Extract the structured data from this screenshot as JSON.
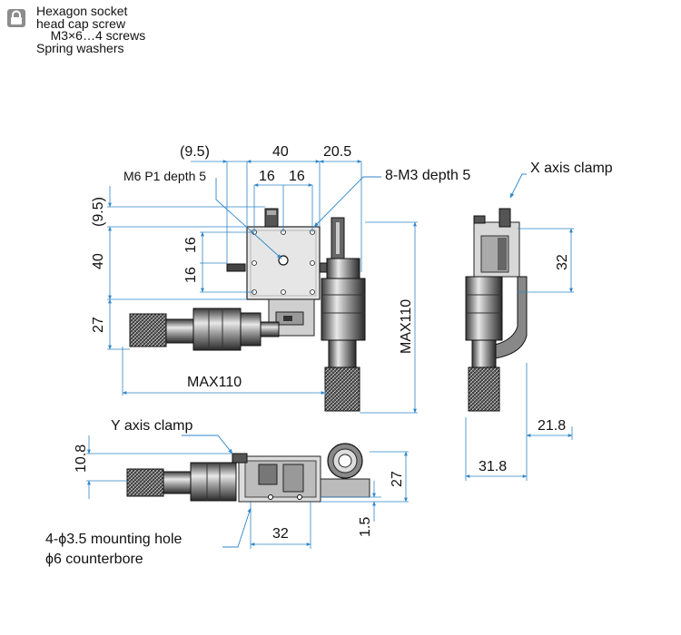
{
  "note": {
    "icon": "hardware-pack-icon",
    "line1": "Hexagon socket",
    "line2": "head cap screw",
    "line3": "M3×6…4 screws",
    "line4": "Spring washers"
  },
  "top_view": {
    "dim_9_5_top": "(9.5)",
    "dim_40_top": "40",
    "dim_20_5": "20.5",
    "dim_16_a": "16",
    "dim_16_b": "16",
    "label_m6": "M6 P1 depth 5",
    "label_m3": "8-M3 depth 5",
    "dim_9_5_left": "(9.5)",
    "dim_40_left": "40",
    "dim_16_left_a": "16",
    "dim_16_left_b": "16",
    "dim_27_left": "27",
    "dim_max110_h": "MAX110",
    "dim_max110_v": "MAX110"
  },
  "side_view": {
    "label_x_clamp": "X axis clamp",
    "dim_32": "32",
    "dim_21_8": "21.8",
    "dim_31_8": "31.8"
  },
  "front_view": {
    "label_y_clamp": "Y axis clamp",
    "dim_10_8": "10.8",
    "dim_27": "27",
    "dim_1_5": "1.5",
    "dim_32": "32",
    "label_mount_1": "4-ϕ3.5 mounting hole",
    "label_mount_2": "ϕ6 counterbore"
  },
  "colors": {
    "dimension_line": "#2f86c8",
    "body_dark": "#2a2a2a",
    "body_mid": "#8a8a8a",
    "body_light": "#d8d8d8",
    "icon_bg": "#8c8c8c"
  }
}
